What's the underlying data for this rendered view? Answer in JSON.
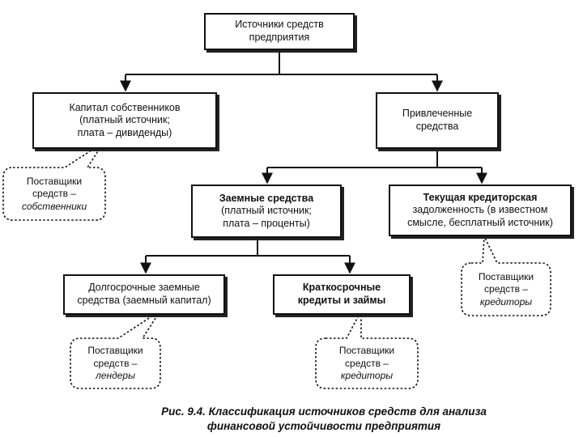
{
  "nodes": {
    "root": {
      "line1": "Источники средств",
      "line2": "предприятия"
    },
    "equity": {
      "line1": "Капитал собственников",
      "line2": "(платный источник;",
      "line3": "плата – дивиденды)"
    },
    "attracted": {
      "line1": "Привлеченные",
      "line2": "средства"
    },
    "borrowed": {
      "line1": "Заемные средства",
      "line2": "(платный источник;",
      "line3": "плата – проценты)"
    },
    "payables": {
      "line1": "Текущая кредиторская",
      "line2": "задолженность (в известном",
      "line3": "смысле, бесплатный источник)"
    },
    "longterm": {
      "line1": "Долгосрочные заемные",
      "line2": "средства (заемный капитал)"
    },
    "shortterm": {
      "line1": "Краткосрочные",
      "line2": "кредиты и займы"
    }
  },
  "callouts": {
    "owners": {
      "line1": "Поставщики",
      "line2": "средств –",
      "line3": "собственники"
    },
    "creditors_payables": {
      "line1": "Поставщики",
      "line2": "средств –",
      "line3": "кредиторы"
    },
    "lenders": {
      "line1": "Поставщики",
      "line2": "средств –",
      "line3": "лендеры"
    },
    "creditors_short": {
      "line1": "Поставщики",
      "line2": "средств –",
      "line3": "кредиторы"
    }
  },
  "caption": {
    "line1": "Рис. 9.4. Классификация источников средств для анализа",
    "line2": "финансовой устойчивости предприятия"
  }
}
